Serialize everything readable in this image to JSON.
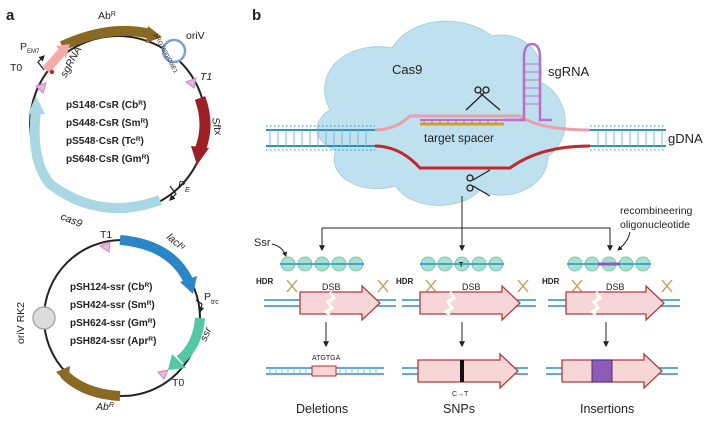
{
  "panels": {
    "a": "a",
    "b": "b"
  },
  "plasmid1": {
    "names": [
      "pS148·CsR (Cb",
      "pS448·CsR (Sm",
      "pS548·CsR (Tc",
      "pS648·CsR (Gm"
    ],
    "sup": "R",
    "abr": "Ab",
    "abr_sup": "R",
    "oriv": "oriV",
    "origin_sub": "pRO1600/ColE1",
    "t1": "T1",
    "sftx": "Sftx",
    "p_e": "P",
    "p_e_sub": "E",
    "cas9": "cas9",
    "sgrna": "sgRNA",
    "t0": "T0",
    "p_em7": "P",
    "p_em7_sub": "EM7"
  },
  "plasmid2": {
    "names": [
      "pSH124-ssr (Cb",
      "pSH424-ssr (Sm",
      "pSH624-ssr (Gm",
      "pSH824-ssr (Apr"
    ],
    "sup": "R",
    "t1": "T1",
    "laciq": "lacI",
    "laciq_sup": "q",
    "ptrc": "P",
    "ptrc_sub": "trc",
    "ssr": "ssr",
    "t0": "T0",
    "abr": "Ab",
    "abr_sup": "R",
    "oriv": "oriV RK2"
  },
  "mechanism": {
    "cas9": "Cas9",
    "sgrna": "sgRNA",
    "gdna": "gDNA",
    "spacer": "target spacer",
    "ssr": "Ssr",
    "recomb": [
      "recombineering",
      "oligonucleotide"
    ],
    "hdr": "HDR",
    "dsb": "DSB",
    "seq": "ATGTGA",
    "snp_change": "C→T",
    "t_base": "T",
    "outcomes": [
      "Deletions",
      "SNPs",
      "Insertions"
    ]
  },
  "colors": {
    "cas9_blob": "#bfe0ef",
    "dna_blue": "#2b8fc0",
    "dna_pink": "#e9a0a8",
    "dna_red": "#c0282d",
    "abr": "#8a6a22",
    "sftx": "#9b1f24",
    "cas9_gene": "#a9d7e3",
    "laciq": "#2b86c8",
    "ssr_gene": "#52c9a4",
    "terminator": "#e7b7e0",
    "sgrna_gene": "#f4aaa6",
    "insert": "#8e5cb8"
  }
}
